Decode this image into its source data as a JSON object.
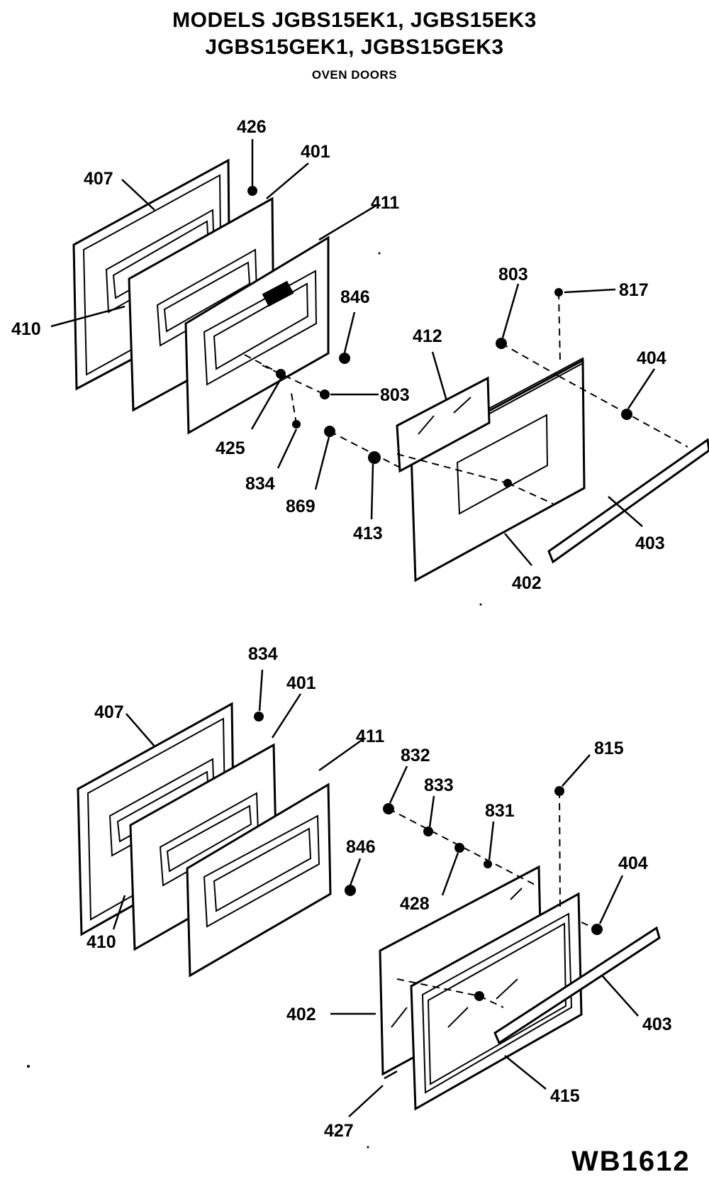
{
  "header": {
    "title_line1": "MODELS JGBS15EK1, JGBS15EK3",
    "title_line2": "JGBS15GEK1, JGBS15GEK3",
    "subtitle": "OVEN DOORS"
  },
  "drawing_code": "WB1612",
  "upper_assembly": {
    "labels": [
      "426",
      "401",
      "407",
      "411",
      "410",
      "846",
      "803",
      "817",
      "412",
      "404",
      "803",
      "425",
      "834",
      "869",
      "413",
      "403",
      "402"
    ]
  },
  "lower_assembly": {
    "labels": [
      "834",
      "401",
      "407",
      "411",
      "832",
      "815",
      "833",
      "831",
      "846",
      "404",
      "428",
      "410",
      "402",
      "403",
      "415",
      "427"
    ]
  }
}
